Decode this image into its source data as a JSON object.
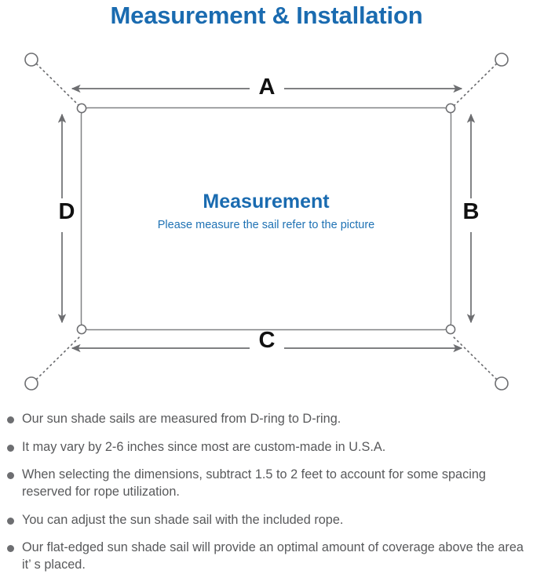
{
  "page": {
    "title": "Measurement & Installation",
    "title_color": "#1a6bb0",
    "background_color": "#ffffff"
  },
  "diagram": {
    "name": "sun-shade-sail-measurement-diagram",
    "sail": {
      "center_heading": "Measurement",
      "center_subtext": "Please measure the sail refer to the picture",
      "heading_color": "#1a6bb0",
      "subtext_color": "#1f72b4",
      "outline_color": "#808184"
    },
    "dimension_labels": [
      {
        "id": "a",
        "label": "A",
        "edge": "top"
      },
      {
        "id": "b",
        "label": "B",
        "edge": "right"
      },
      {
        "id": "c",
        "label": "C",
        "edge": "bottom"
      },
      {
        "id": "d",
        "label": "D",
        "edge": "left"
      }
    ],
    "d_rings": [
      {
        "id": "top-left",
        "position": "top-left"
      },
      {
        "id": "top-right",
        "position": "top-right"
      },
      {
        "id": "bottom-left",
        "position": "bottom-left"
      },
      {
        "id": "bottom-right",
        "position": "bottom-right"
      }
    ],
    "anchor_points": [
      {
        "id": "anchor-top-left",
        "position": "top-left"
      },
      {
        "id": "anchor-top-right",
        "position": "top-right"
      },
      {
        "id": "anchor-bottom-left",
        "position": "bottom-left"
      },
      {
        "id": "anchor-bottom-right",
        "position": "bottom-right"
      }
    ],
    "line_color": "#6d6e71",
    "rope_style": "dotted"
  },
  "notes": [
    "Our sun shade sails are measured from D-ring to D-ring.",
    "It may vary by 2-6 inches since most are custom-made in U.S.A.",
    "When selecting the dimensions, subtract 1.5 to 2 feet to account for some spacing reserved for rope utilization.",
    "You can adjust the sun shade sail with the included rope.",
    "Our flat-edged sun shade sail will provide an optimal amount of coverage above the area it’ s placed."
  ]
}
